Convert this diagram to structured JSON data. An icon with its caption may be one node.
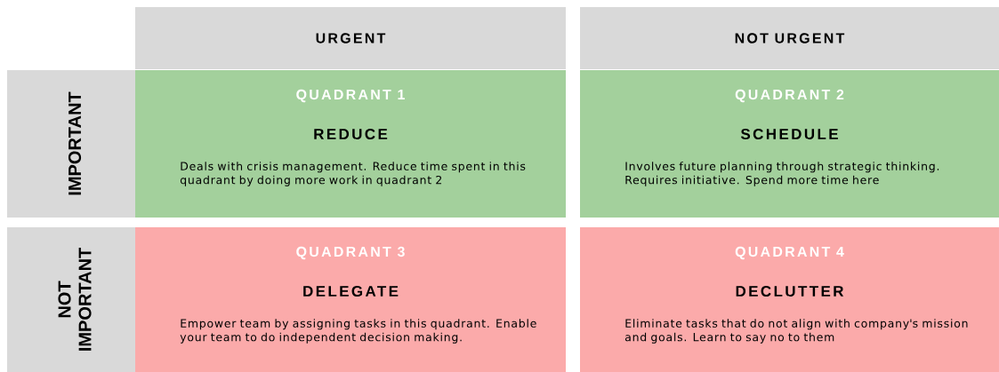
{
  "diagram": {
    "nodes": [
      {
        "text": [
          "URGENT"
        ]
      },
      {
        "text": [
          "NOT URGENT"
        ]
      },
      {
        "text": [
          "IMPORTANT"
        ]
      },
      {
        "text": [
          "QUADRANT 1",
          "REDUCE",
          "Deals with crisis management. Reduce time spent in this quadrant by doing more work in quadrant 2"
        ]
      },
      {
        "text": [
          "QUADRANT 2",
          "SCHEDULE",
          "Involves future planning through strategic thinking. Requires initiative. Spend more time here"
        ]
      },
      {
        "text": [
          "NOT IMPORTANT"
        ]
      },
      {
        "text": [
          "QUADRANT 3",
          "DELEGATE",
          "Empower team by assigning tasks in this quadrant. Enable your team to do independent decision making."
        ]
      },
      {
        "text": [
          "QUADRANT 4",
          "DECLUTTER",
          "Eliminate tasks that do not align with company's mission and goals. Learn to say no to them"
        ]
      }
    ]
  }
}
